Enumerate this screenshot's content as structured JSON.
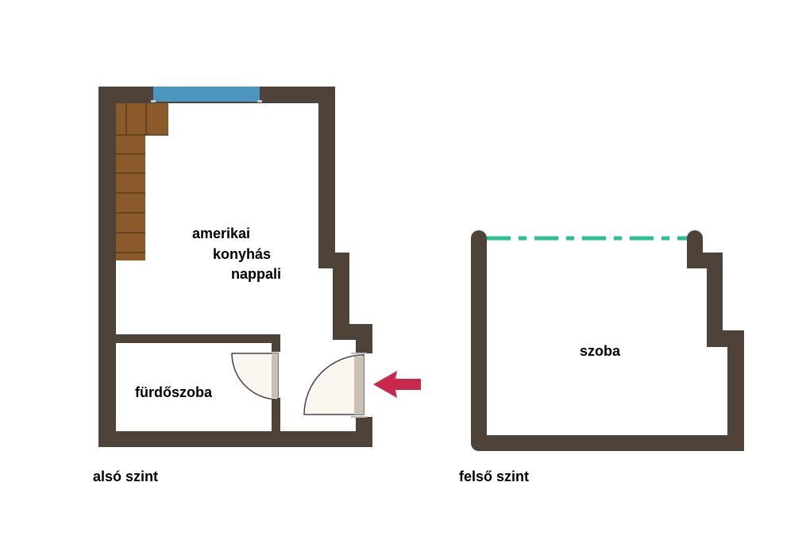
{
  "plans": {
    "lower": {
      "caption": "alsó szint",
      "rooms": {
        "living_line1": "amerikai",
        "living_line2": "konyhás",
        "living_line3": "nappali",
        "bathroom": "fürdőszoba"
      }
    },
    "upper": {
      "caption": "felső szint",
      "rooms": {
        "room": "szoba"
      }
    }
  },
  "colors": {
    "wall": "#4e4239",
    "window": "#4a96c0",
    "stairs": "#8a5a2b",
    "door": "#fbf6ef",
    "entrance_arrow": "#c8284a",
    "open_edge": "#2bbf94"
  }
}
